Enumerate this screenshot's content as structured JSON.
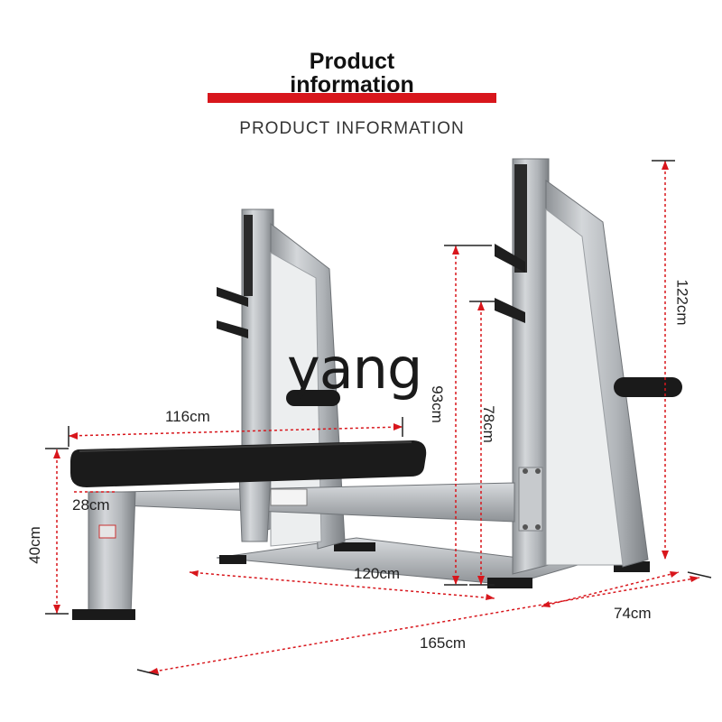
{
  "header": {
    "title_line1": "Product",
    "title_line2": "information",
    "subtitle": "PRODUCT INFORMATION"
  },
  "watermark": "yang",
  "dimensions": {
    "bench_length": "116cm",
    "bench_width": "28cm",
    "bench_height": "40cm",
    "rack_base_width": "120cm",
    "upper_hook_height": "93cm",
    "lower_hook_height": "78cm",
    "total_height": "122cm",
    "depth": "74cm",
    "total_length": "165cm"
  },
  "colors": {
    "accent_bar": "#d8161c",
    "dimension_lines": "#d8161c",
    "frame": "#b8bcc0",
    "pad": "#1b1b1b"
  }
}
